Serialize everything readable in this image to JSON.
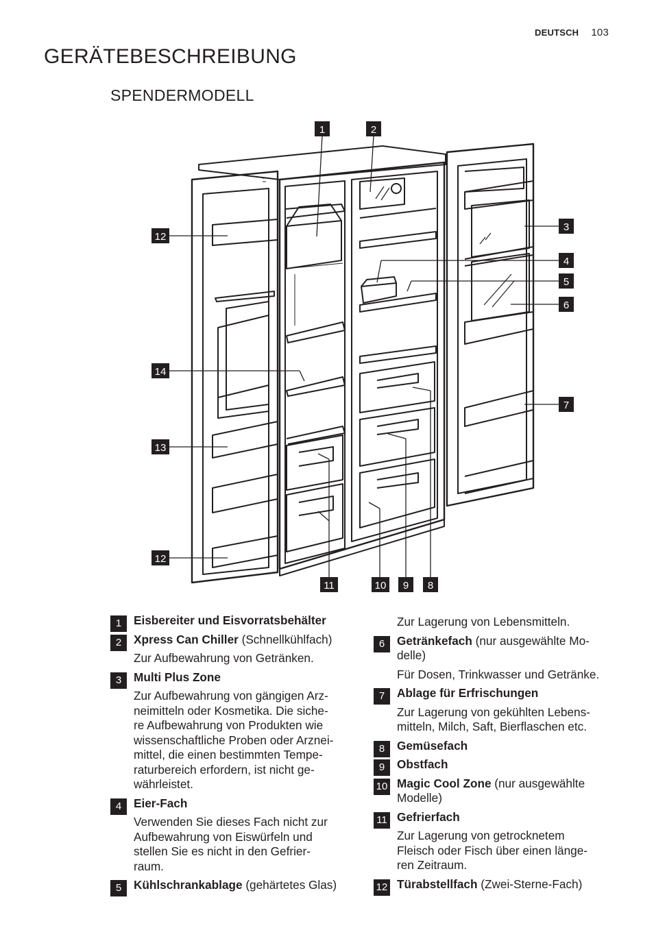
{
  "header": {
    "language": "DEUTSCH",
    "page_number": "103"
  },
  "title": "GERÄTEBESCHREIBUNG",
  "subtitle": "SPENDERMODELL",
  "diagram": {
    "callouts": [
      "1",
      "2",
      "3",
      "4",
      "5",
      "6",
      "7",
      "8",
      "9",
      "10",
      "11",
      "12",
      "13",
      "14"
    ]
  },
  "items": [
    {
      "num": "1",
      "name": "Eisbereiter und Eisvorratsbehälter",
      "note": "",
      "desc": ""
    },
    {
      "num": "2",
      "name": "Xpress Can Chiller",
      "note": " (Schnellkühlfach)",
      "desc": "Zur Aufbewahrung von Getränken."
    },
    {
      "num": "3",
      "name": "Multi Plus Zone",
      "note": "",
      "desc": "Zur Aufbewahrung von gängigen Arz-\nneimitteln oder Kosmetika. Die siche-\nre Aufbewahrung von Produkten wie\nwissenschaftliche Proben oder Arznei-\nmittel, die einen bestimmten Tempe-\nraturbereich erfordern, ist nicht ge-\nwährleistet."
    },
    {
      "num": "4",
      "name": "Eier-Fach",
      "note": "",
      "desc": "Verwenden Sie dieses Fach nicht zur\nAufbewahrung von Eiswürfeln und\nstellen Sie es nicht in den Gefrier-\nraum."
    },
    {
      "num": "5",
      "name": "Kühlschrankablage",
      "note": " (gehärtetes Glas)",
      "desc": "Zur Lagerung von Lebensmitteln."
    },
    {
      "num": "6",
      "name": "Getränkefach",
      "note": " (nur ausgewählte Mo-\ndelle)",
      "desc": "Für Dosen, Trinkwasser und Getränke."
    },
    {
      "num": "7",
      "name": "Ablage für Erfrischungen",
      "note": "",
      "desc": "Zur Lagerung von gekühlten Lebens-\nmitteln, Milch, Saft, Bierflaschen etc."
    },
    {
      "num": "8",
      "name": "Gemüsefach",
      "note": "",
      "desc": ""
    },
    {
      "num": "9",
      "name": "Obstfach",
      "note": "",
      "desc": ""
    },
    {
      "num": "10",
      "name": "Magic Cool Zone",
      "note": " (nur ausgewählte\nModelle)",
      "desc": ""
    },
    {
      "num": "11",
      "name": "Gefrierfach",
      "note": "",
      "desc": "Zur Lagerung von getrocknetem\nFleisch oder Fisch über einen länge-\nren Zeitraum."
    },
    {
      "num": "12",
      "name": "Türabstellfach",
      "note": " (Zwei-Sterne-Fach)",
      "desc": ""
    }
  ]
}
